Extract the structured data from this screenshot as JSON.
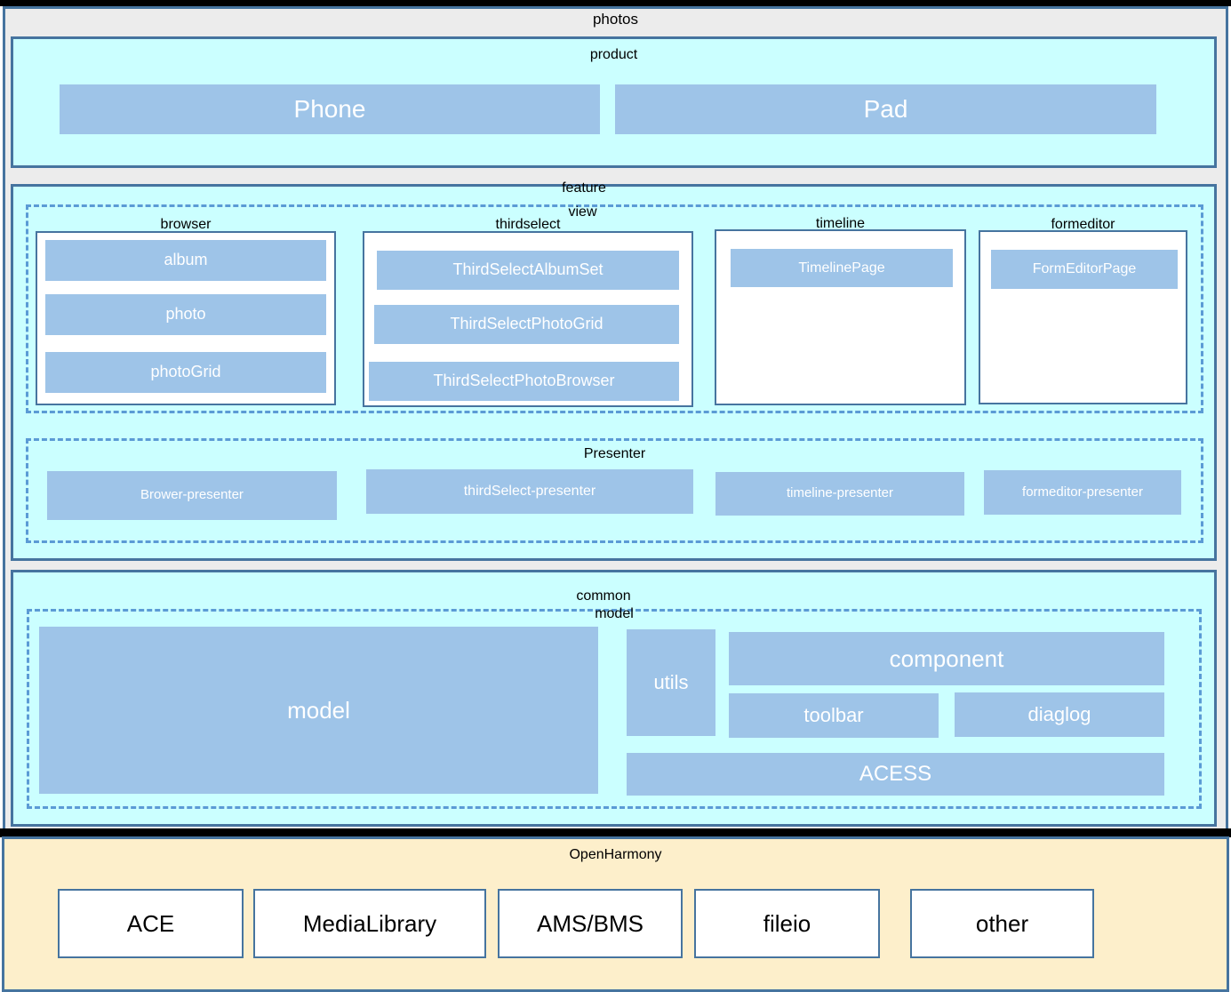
{
  "diagram": {
    "title": "photos",
    "root_label": "photos",
    "openharmony_label": "OpenHarmony"
  },
  "colors": {
    "blue_box": "#9EC4E8",
    "cyan_panel": "#CBFFFF",
    "gray_panel": "#ECECEC",
    "cream_panel": "#FDEFCB",
    "solid_border": "#46749F",
    "dashed_border": "#5B9BD5",
    "divider": "#000000",
    "box_text": "#FFFFFF",
    "label_text": "#000000"
  },
  "product": {
    "label": "product",
    "items": [
      {
        "label": "Phone"
      },
      {
        "label": "Pad"
      }
    ]
  },
  "feature": {
    "label": "feature",
    "view": {
      "label": "view",
      "groups": [
        {
          "label": "browser",
          "items": [
            {
              "label": "album"
            },
            {
              "label": "photo"
            },
            {
              "label": "photoGrid"
            }
          ]
        },
        {
          "label": "thirdselect",
          "items": [
            {
              "label": "ThirdSelectAlbumSet"
            },
            {
              "label": "ThirdSelectPhotoGrid"
            },
            {
              "label": "ThirdSelectPhotoBrowser"
            }
          ]
        },
        {
          "label": "timeline",
          "items": [
            {
              "label": "TimelinePage"
            }
          ]
        },
        {
          "label": "formeditor",
          "items": [
            {
              "label": "FormEditorPage"
            }
          ]
        }
      ]
    },
    "presenter": {
      "label": "Presenter",
      "items": [
        {
          "label": "Brower-presenter"
        },
        {
          "label": "thirdSelect-presenter"
        },
        {
          "label": "timeline-presenter"
        },
        {
          "label": "formeditor-presenter"
        }
      ]
    }
  },
  "common": {
    "label": "common",
    "model": {
      "label": "model",
      "items": [
        {
          "label": "model"
        },
        {
          "label": "utils"
        },
        {
          "label": "component"
        },
        {
          "label": "toolbar"
        },
        {
          "label": "diaglog"
        },
        {
          "label": "ACESS"
        }
      ]
    }
  },
  "openharmony": {
    "label": "OpenHarmony",
    "items": [
      {
        "label": "ACE"
      },
      {
        "label": "MediaLibrary"
      },
      {
        "label": "AMS/BMS"
      },
      {
        "label": "fileio"
      },
      {
        "label": "other"
      }
    ]
  }
}
